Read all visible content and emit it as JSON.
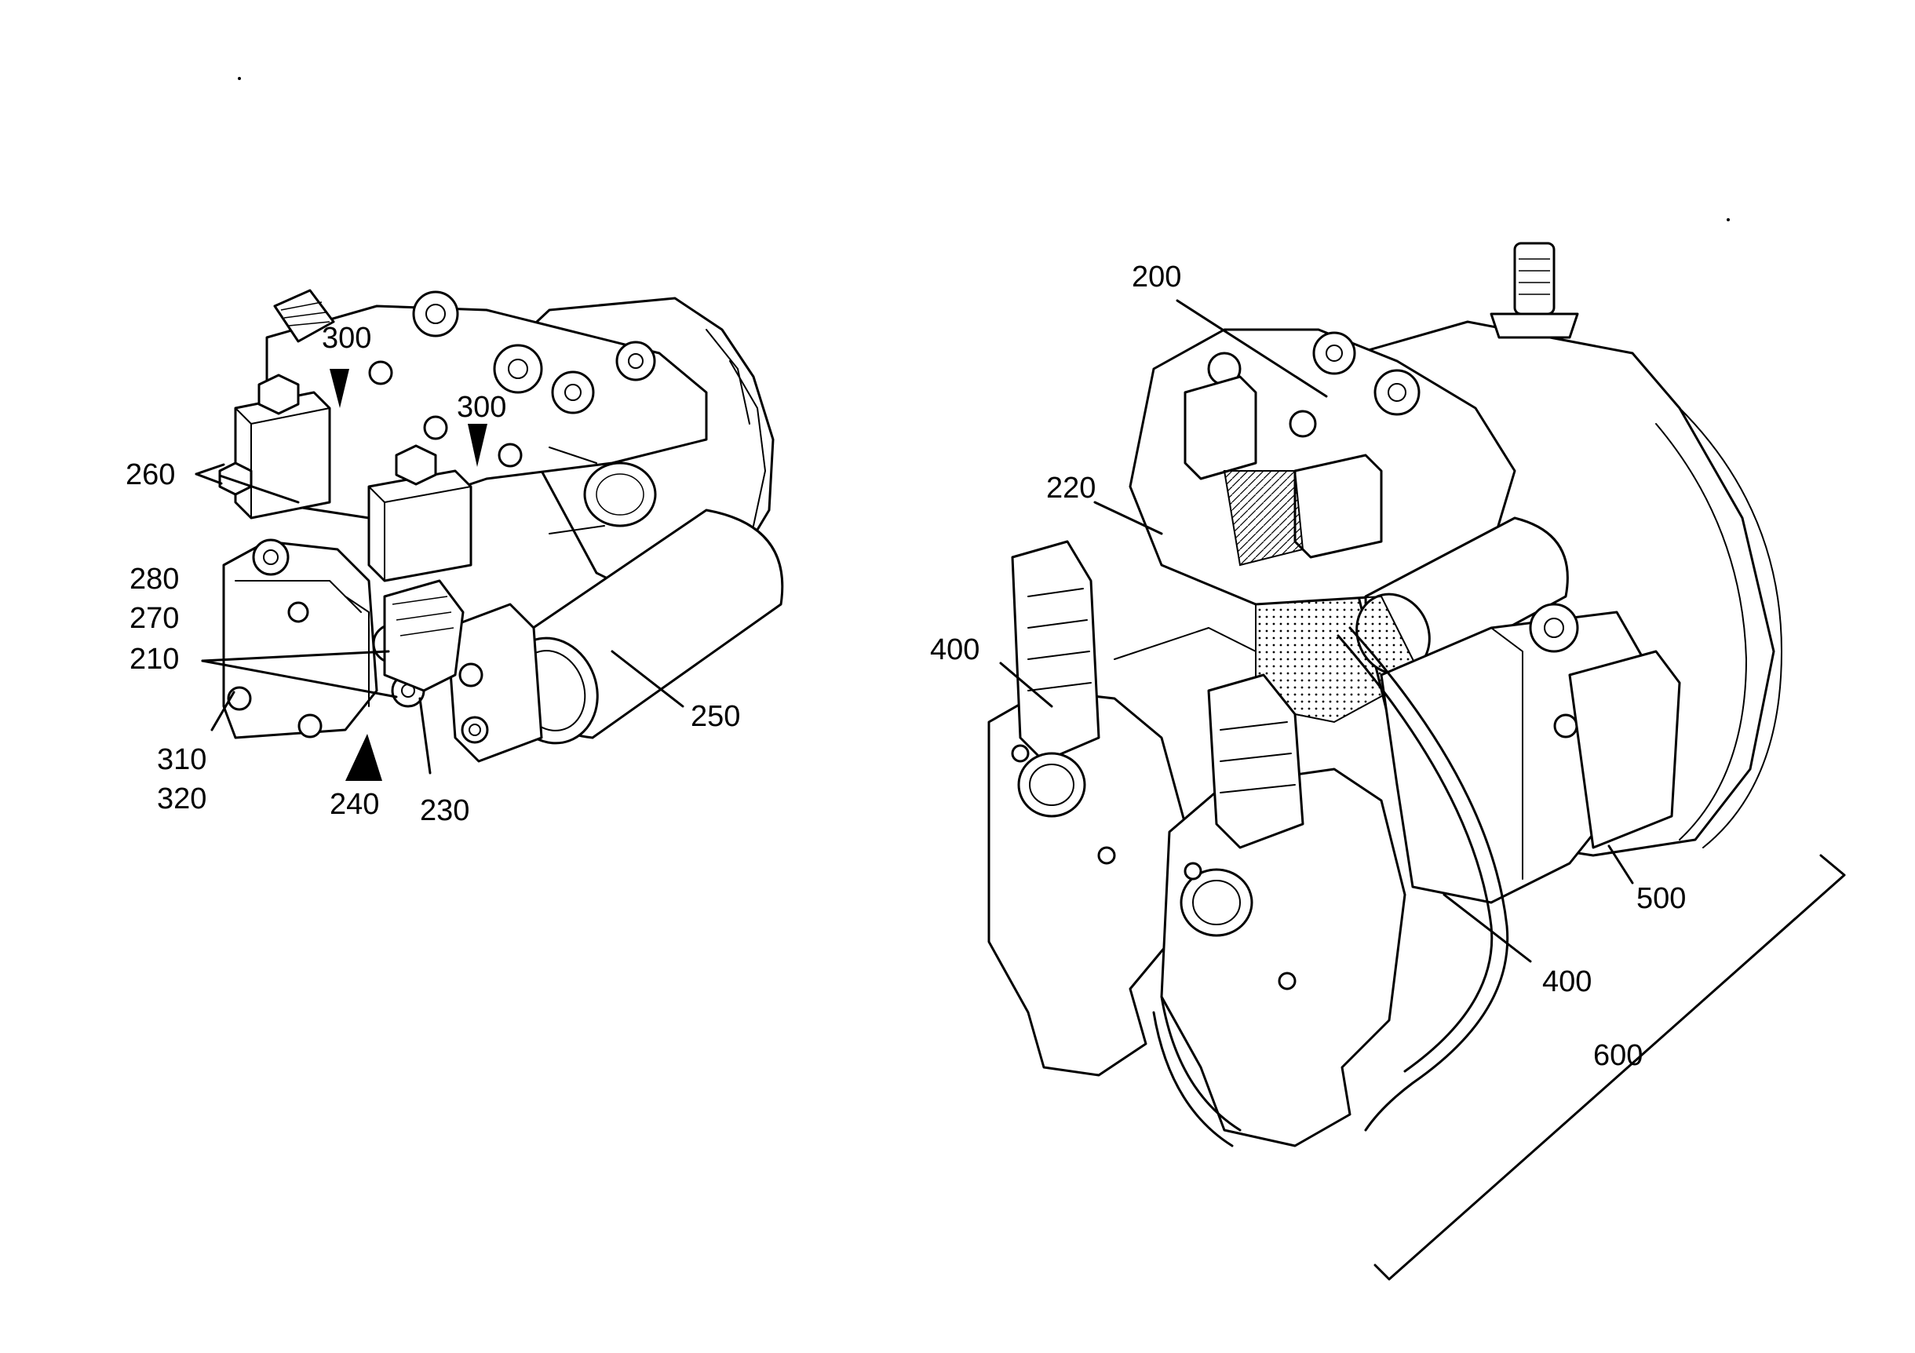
{
  "callouts_left": {
    "a300": "300",
    "b300": "300",
    "c260": "260",
    "c280": "280",
    "c270": "270",
    "c210": "210",
    "c310": "310",
    "c320": "320",
    "c240": "240",
    "c230": "230",
    "c250": "250"
  },
  "callouts_right": {
    "c200": "200",
    "c220": "220",
    "c400a": "400",
    "c400b": "400",
    "c500": "500",
    "c600": "600"
  },
  "colors": {
    "ink": "#000000",
    "paper": "#ffffff"
  }
}
